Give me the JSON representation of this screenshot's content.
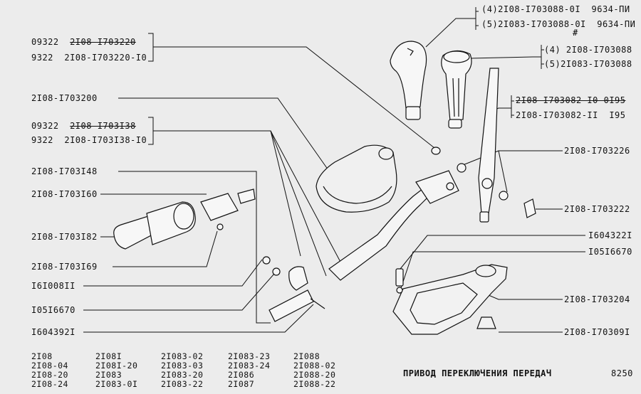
{
  "diagram": {
    "title": "ПРИВОД ПЕРЕКЛЮЧЕНИЯ ПЕРЕДАЧ",
    "page_code": "8250",
    "callouts": {
      "knob1_a": "(4)2I08-I703088-0I  9634-ПИ",
      "knob1_b": "(5)2I083-I703088-0I  9634-ПИ",
      "knob2_a": "(4) 2I08-I703088",
      "knob2_b": "(5)2I083-I703088",
      "lever_a": "2I08-I703082-I0 0I95",
      "lever_b": "2I08-I703082-II  I95",
      "p_1703226": "2I08-I703226",
      "p_1703222": "2I08-I703222",
      "p_1604322": "I604322I",
      "p_1051667_r": "I05I6670",
      "p_1703204": "2I08-I703204",
      "p_1703091": "2I08-I70309I",
      "p_1703220_old_pre": "09322",
      "p_1703220_old": "2I08-I703220",
      "p_1703220_new": "9322  2I08-I703220-I0",
      "p_1703200": "2I08-I703200",
      "p_1703138_old_pre": "09322",
      "p_1703138_old": "2I08-I703I38",
      "p_1703138_new": "9322  2I08-I703I38-I0",
      "p_1703148": "2I08-I703I48",
      "p_1703160": "2I08-I703I60",
      "p_1703182": "2I08-I703I82",
      "p_1703169": "2I08-I703I69",
      "p_1610081": "I6I008II",
      "p_1051667_l": "I05I6670",
      "p_1604392": "I604392I"
    },
    "models": [
      [
        "2I08",
        "2I08-04",
        "2I08-20",
        "2I08-24"
      ],
      [
        "2I08I",
        "2I08I-20",
        "2I083",
        "2I083-0I"
      ],
      [
        "2I083-02",
        "2I083-03",
        "2I083-20",
        "2I083-22"
      ],
      [
        "2I083-23",
        "2I083-24",
        "2I086",
        "2I087"
      ],
      [
        "2I088",
        "2I088-02",
        "2I088-20",
        "2I088-22"
      ]
    ],
    "edition_mark": "#"
  }
}
